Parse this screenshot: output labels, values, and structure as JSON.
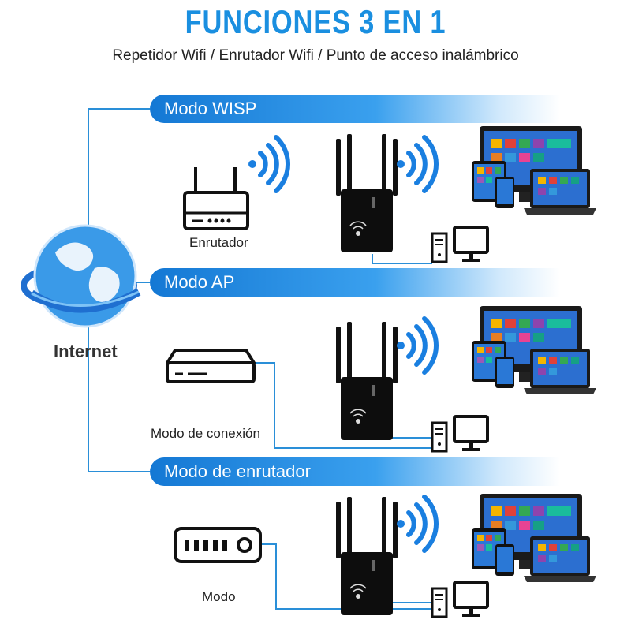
{
  "title": "FUNCIONES 3 EN 1",
  "subtitle": "Repetidor Wifi / Enrutador Wifi / Punto de acceso inalámbrico",
  "internet_label": "Internet",
  "modes": [
    {
      "banner": "Modo WISP",
      "source_label": "Enrutador",
      "source_icon": "router-icon"
    },
    {
      "banner": "Modo AP",
      "source_label": "Modo de conexión",
      "source_icon": "modem-box-icon"
    },
    {
      "banner": "Modo de enrutador",
      "source_label": "Modo",
      "source_icon": "modem-icon"
    }
  ],
  "colors": {
    "accent": "#1a8fe0",
    "banner_start": "#1478d4",
    "line": "#2a8fd8",
    "wifi": "#1a7fe0",
    "device": "#111111"
  }
}
